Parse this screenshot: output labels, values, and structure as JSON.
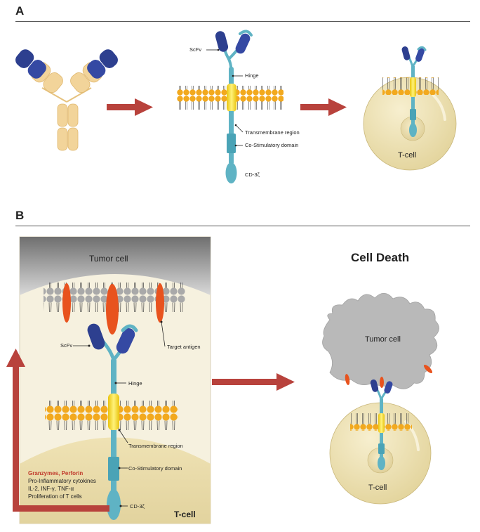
{
  "panel_a": {
    "letter": "A",
    "car_labels": {
      "scfv": "ScFv",
      "hinge": "Hinge",
      "transmembrane": "Transmembrane region",
      "costim": "Co-Stimulatory domain",
      "cd3": "CD-3ζ"
    },
    "tcell_label": "T-cell"
  },
  "panel_b": {
    "letter": "B",
    "tumor_cell_label": "Tumor cell",
    "scfv": "ScFv",
    "target_antigen": "Target antigen",
    "hinge": "Hinge",
    "transmembrane": "Transmembrane region",
    "costim": "Co-Stimulatory domain",
    "cd3": "CD-3ζ",
    "tcell_corner": "T-cell",
    "effects": {
      "highlight": "Granzymes, Perforin",
      "lines": [
        "Pro-Inflammatory cytokines",
        "IL-2, INF-γ, TNF-α",
        "Proliferation of T cells"
      ]
    },
    "cell_death_title": "Cell Death",
    "dead_tumor_label": "Tumor cell",
    "tcell_label": "T-cell"
  },
  "colors": {
    "arrow": "#b8423c",
    "scfv_blue": "#2d3f8f",
    "linker_teal": "#5fb3c4",
    "transmembrane_yellow": "#f3d324",
    "lipid_head": "#f2a91e",
    "antibody_tan": "#f2d49a",
    "cell_cream": "#efe4b6",
    "antigen_orange": "#e8531e",
    "tumor_grey": "#b9b9b9"
  }
}
